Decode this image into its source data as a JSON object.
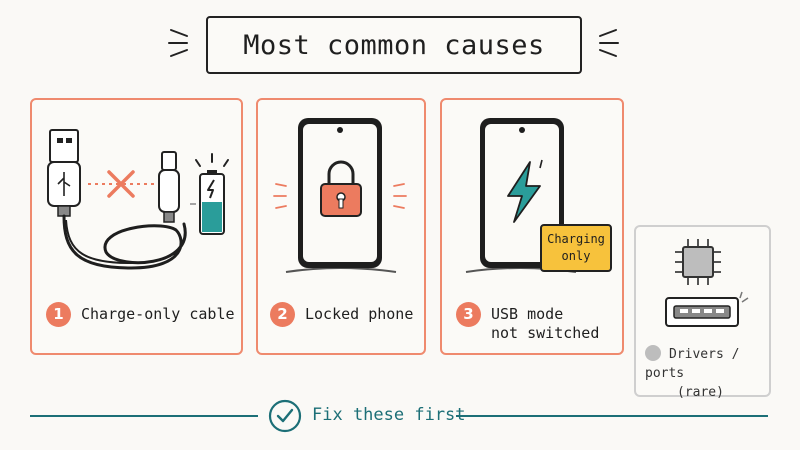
{
  "title": "Most common causes",
  "causes": [
    {
      "number": "1",
      "label": "Charge-only cable"
    },
    {
      "number": "2",
      "label": "Locked phone"
    },
    {
      "number": "3",
      "label_line1": "USB mode",
      "label_line2": "not switched"
    }
  ],
  "badge": {
    "line1": "Charging",
    "line2": "only"
  },
  "rare": {
    "line1": "Drivers / ports",
    "line2": "(rare)"
  },
  "footer": {
    "text": "Fix these first"
  },
  "colors": {
    "accent": "#ec7b5f",
    "card_border": "#ef8a6e",
    "teal": "#1c6f77",
    "battery_fill": "#2a9d9a",
    "badge": "#f7c23c",
    "muted": "#bdbdbd"
  },
  "icons": [
    "usb-cable-icon",
    "cross-icon",
    "battery-charging-icon",
    "phone-icon",
    "padlock-icon",
    "lightning-icon",
    "chip-icon",
    "usb-port-icon",
    "checkmark-icon"
  ]
}
